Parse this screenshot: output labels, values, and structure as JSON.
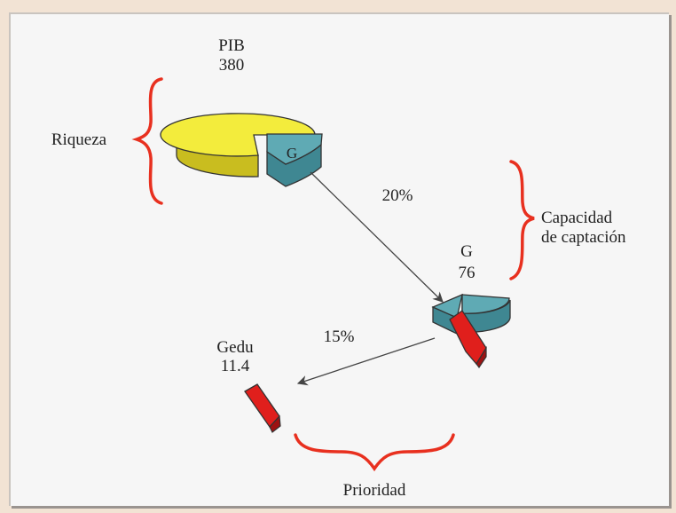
{
  "labels": {
    "pib": "PIB",
    "pib_value": "380",
    "g_slice": "G",
    "riqueza": "Riqueza",
    "pct_captacion": "20%",
    "capacidad_line1": "Capacidad",
    "capacidad_line2": "de captación",
    "g": "G",
    "g_value": "76",
    "pct_prioridad": "15%",
    "gedu": "Gedu",
    "gedu_value": "11.4",
    "prioridad": "Prioridad"
  },
  "colors": {
    "background": "#f2e3d4",
    "panel": "#f6f6f6",
    "pie_yellow": "#f3ec3c",
    "pie_yellow_side": "#c9bd1f",
    "slice_teal": "#5faab4",
    "slice_teal_side": "#3f8792",
    "wedge_red": "#e01f1c",
    "wedge_red_side": "#9d1212",
    "brace_red": "#e8301f",
    "arrow": "#444444"
  }
}
